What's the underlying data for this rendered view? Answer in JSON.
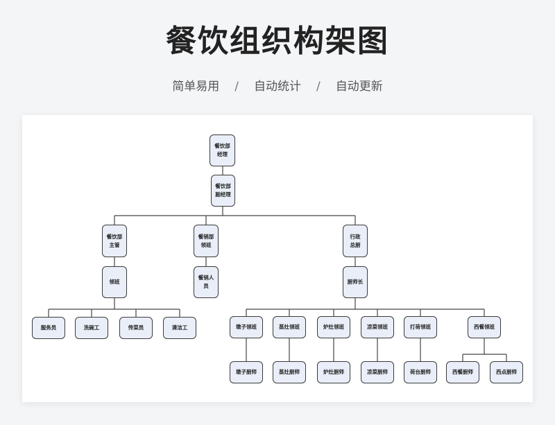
{
  "header": {
    "title": "餐饮组织构架图",
    "tagline": [
      "简单易用",
      "自动统计",
      "自动更新"
    ],
    "separator": "/"
  },
  "colors": {
    "node_fill": "#e9eef8",
    "node_border": "#3a3a3a",
    "line": "#444444",
    "background": "#f4f5f7"
  },
  "org": {
    "manager": "餐饮部\n经理",
    "deputy": "餐饮部\n副经理",
    "supervisor": "餐饮部\n主管",
    "supervisor_lead": "领班",
    "front_staff": [
      "服务员",
      "洗碗工",
      "传菜员",
      "清洁工"
    ],
    "sales_lead": "餐销部\n领班",
    "sales_staff": "餐销人\n员",
    "exec_chef": "行政\n总厨",
    "head_chef": "厨师长",
    "kitchen_leads": [
      "墩子领班",
      "蒸灶领班",
      "炉灶领班",
      "凉菜领班",
      "打荷领班",
      "西餐领班"
    ],
    "kitchen_staff": [
      "墩子厨师",
      "蒸灶厨师",
      "炉灶厨师",
      "凉菜厨师",
      "荷台厨师"
    ],
    "western_staff": [
      "西餐厨师",
      "西点厨师"
    ]
  }
}
